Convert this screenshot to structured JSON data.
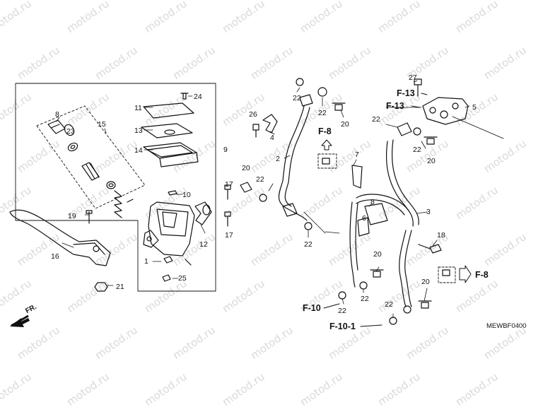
{
  "watermark": "motod.ru",
  "diagram_code": "MEWBF0400",
  "front_marker": "FR.",
  "references": {
    "f8_top": "F-8",
    "f13_a": "F-13",
    "f13_b": "F-13",
    "f8_right": "F-8",
    "f10": "F-10",
    "f10_1": "F-10-1"
  },
  "callouts": {
    "c1": "1",
    "c2": "2",
    "c3": "3",
    "c4": "4",
    "c5": "5",
    "c6": "6",
    "c7": "7",
    "c8": "8",
    "c8b": "8",
    "c9": "9",
    "c10": "10",
    "c11": "11",
    "c12": "12",
    "c13": "13",
    "c14": "14",
    "c15": "15",
    "c16": "16",
    "c17a": "17",
    "c17b": "17",
    "c18": "18",
    "c19": "19",
    "c20a": "20",
    "c20b": "20",
    "c20c": "20",
    "c20d": "20",
    "c20e": "20",
    "c21": "21",
    "c22a": "22",
    "c22b": "22",
    "c22c": "22",
    "c22d": "22",
    "c22e": "22",
    "c22f": "22",
    "c22g": "22",
    "c22h": "22",
    "c22i": "22",
    "c23": "23",
    "c24": "24",
    "c25": "25",
    "c26": "26",
    "c27": "27"
  }
}
